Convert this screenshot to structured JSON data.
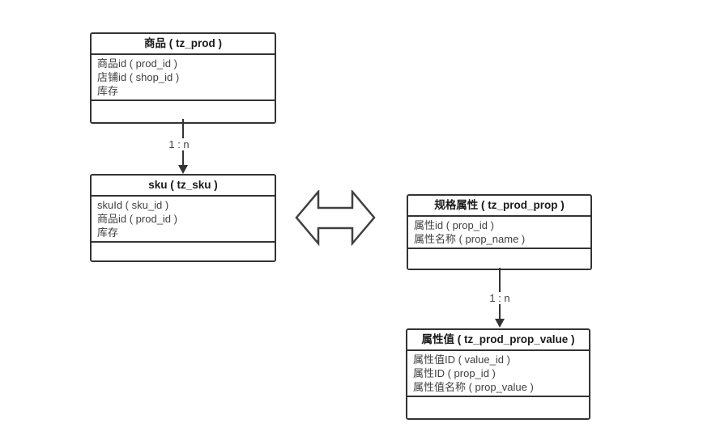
{
  "diagram": {
    "tables": [
      {
        "key": "prod",
        "title": "商品 ( tz_prod )",
        "fields": [
          "商品id ( prod_id )",
          "店铺id ( shop_id )",
          "库存"
        ]
      },
      {
        "key": "sku",
        "title": "sku ( tz_sku )",
        "fields": [
          "skuId ( sku_id )",
          "商品id ( prod_id )",
          "库存"
        ]
      },
      {
        "key": "prod_prop",
        "title": "规格属性 ( tz_prod_prop )",
        "fields": [
          "属性id ( prop_id )",
          "属性名称 ( prop_name )"
        ]
      },
      {
        "key": "prod_prop_value",
        "title": "属性值 ( tz_prod_prop_value )",
        "fields": [
          "属性值ID ( value_id )",
          "属性ID ( prop_id )",
          "属性值名称 ( prop_value )"
        ]
      }
    ],
    "connectors": [
      {
        "from": "prod",
        "to": "sku",
        "label": "1 : n"
      },
      {
        "from": "prod_prop",
        "to": "prod_prop_value",
        "label": "1 : n"
      }
    ],
    "colors": {
      "border": "#333333",
      "title_text": "#1a1a1a",
      "field_text": "#404040",
      "background": "#ffffff",
      "double_arrow_stroke": "#404040"
    }
  }
}
